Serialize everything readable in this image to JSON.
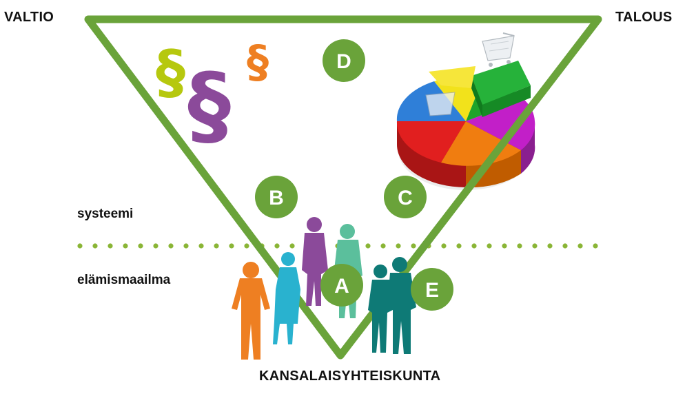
{
  "corners": {
    "top_left": "VALTIO",
    "top_right": "TALOUS",
    "bottom": "KANSALAISYHTEISKUNTA"
  },
  "layers": {
    "upper": "systeemi",
    "lower": "elämismaailma"
  },
  "nodes": {
    "a": "A",
    "b": "B",
    "c": "C",
    "d": "D",
    "e": "E"
  },
  "section_symbol": "§",
  "icons": [
    "section-symbols-icon",
    "pie-chart-icon",
    "shopping-cart-icon",
    "people-silhouettes-icon"
  ],
  "colors": {
    "triangle": "#6aa33a",
    "circle": "#6aa33a",
    "dots": "#8ab536",
    "section_lime": "#b6c80e",
    "section_purple": "#8b4a9a",
    "section_orange": "#ee7f22",
    "person_orange": "#ee7f22",
    "person_cyan": "#29b2cf",
    "person_purple": "#8b4a9a",
    "person_seafoam": "#5bbf9c",
    "person_teal": "#0e7a76"
  }
}
